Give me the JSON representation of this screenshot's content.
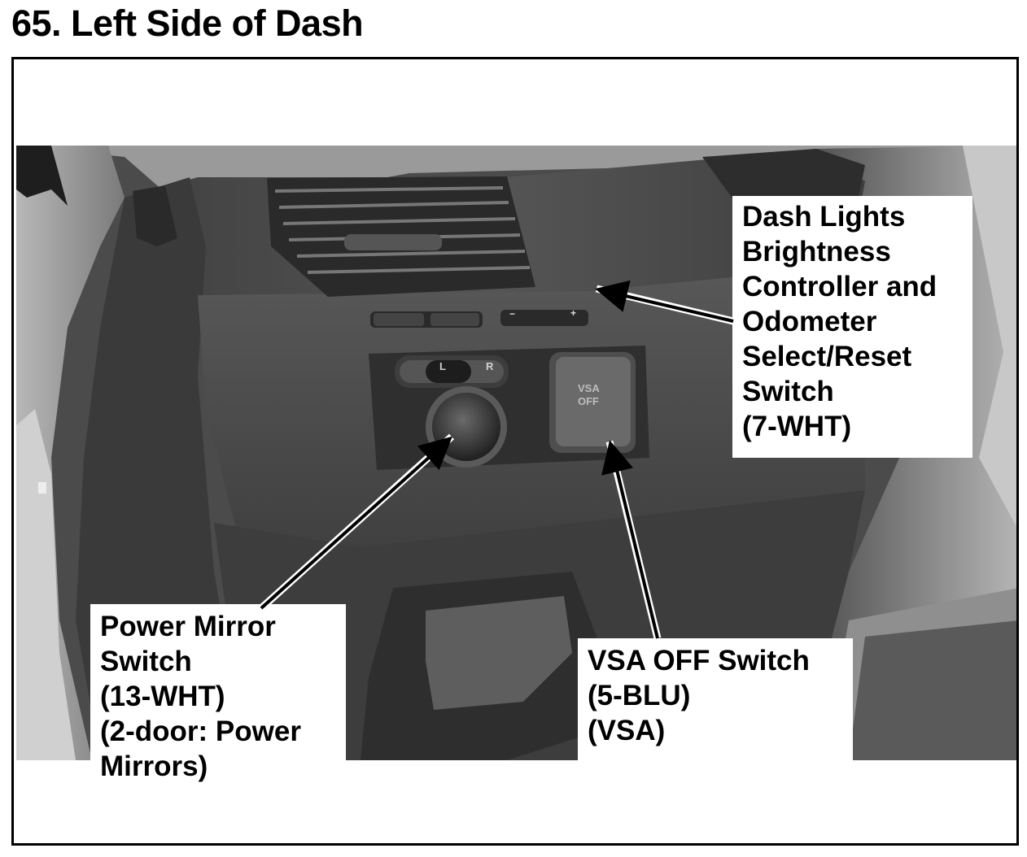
{
  "page": {
    "title": "65. Left Side of Dash"
  },
  "callouts": {
    "dash_lights": {
      "lines": [
        "Dash Lights",
        "Brightness",
        "Controller and",
        "Odometer",
        "Select/Reset",
        "Switch",
        "(7-WHT)"
      ]
    },
    "power_mirror": {
      "lines": [
        "Power Mirror",
        "Switch",
        "(13-WHT)",
        "(2-door: Power",
        "Mirrors)"
      ]
    },
    "vsa_off": {
      "lines": [
        "VSA OFF Switch",
        "(5-BLU)",
        "(VSA)"
      ]
    }
  },
  "switch_labels": {
    "mirror_left": "L",
    "mirror_right": "R",
    "vsa_line1": "VSA",
    "vsa_line2": "OFF",
    "minus": "−",
    "plus": "+"
  }
}
